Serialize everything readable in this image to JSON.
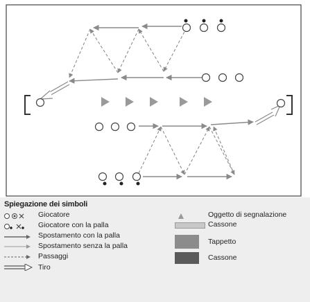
{
  "legend": {
    "title": "Spiegazione dei simboli",
    "items_left": [
      {
        "symbol": "player-symbols",
        "label": "Giocatore"
      },
      {
        "symbol": "player-with-ball-symbols",
        "label": "Giocatore con la palla"
      },
      {
        "symbol": "solid-line",
        "label": "Spostamento con la palla"
      },
      {
        "symbol": "thin-line",
        "label": "Spostamento senza la palla"
      },
      {
        "symbol": "dashed-line",
        "label": "Passaggi"
      },
      {
        "symbol": "double-arrow",
        "label": "Tiro"
      }
    ],
    "items_right": [
      {
        "symbol": "triangle-marker",
        "label": "Oggetto di segnalazione"
      },
      {
        "symbol": "light-box",
        "label": "Cassone"
      },
      {
        "symbol": "gray-box",
        "label": "Tappetto"
      },
      {
        "symbol": "dark-box",
        "label": "Cassone"
      }
    ]
  },
  "colors": {
    "line": "#8a8a8a",
    "marker": "#9a9a9a",
    "legend_bg": "#eeeeee",
    "light_box": "#c8c8c8",
    "gray_box": "#8c8c8c",
    "dark_box": "#5a5a5a"
  }
}
